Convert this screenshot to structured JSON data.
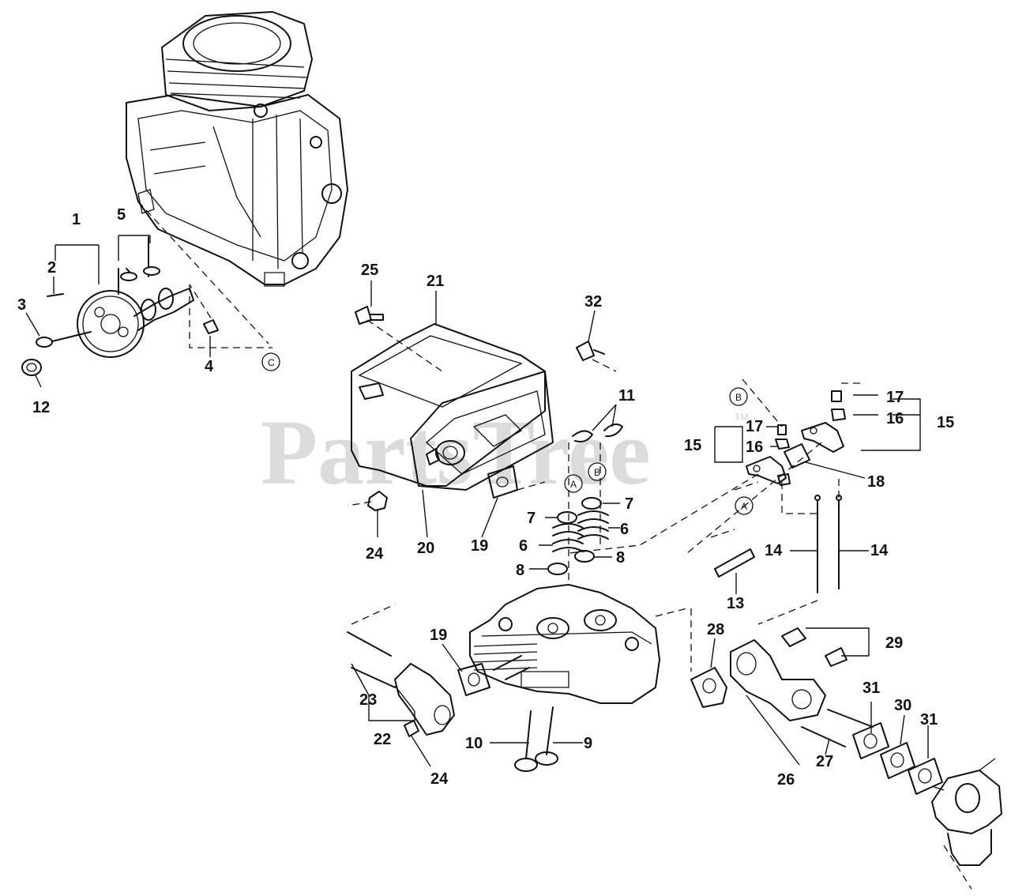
{
  "watermark": {
    "text": "PartsTree",
    "tm": "TM"
  },
  "part_numbers": {
    "p1": "1",
    "p2": "2",
    "p3": "3",
    "p4": "4",
    "p5": "5",
    "p6": "6",
    "p7": "7",
    "p8": "8",
    "p9": "9",
    "p10": "10",
    "p11": "11",
    "p12": "12",
    "p13": "13",
    "p14": "14",
    "p15": "15",
    "p16": "16",
    "p17": "17",
    "p18": "18",
    "p19": "19",
    "p20": "20",
    "p21": "21",
    "p22": "22",
    "p23": "23",
    "p24": "24",
    "p25": "25",
    "p26": "26",
    "p27": "27",
    "p28": "28",
    "p29": "29",
    "p30": "30",
    "p31": "31",
    "p32": "32"
  },
  "reference_markers": {
    "a": "A",
    "b": "B",
    "c": "C"
  }
}
